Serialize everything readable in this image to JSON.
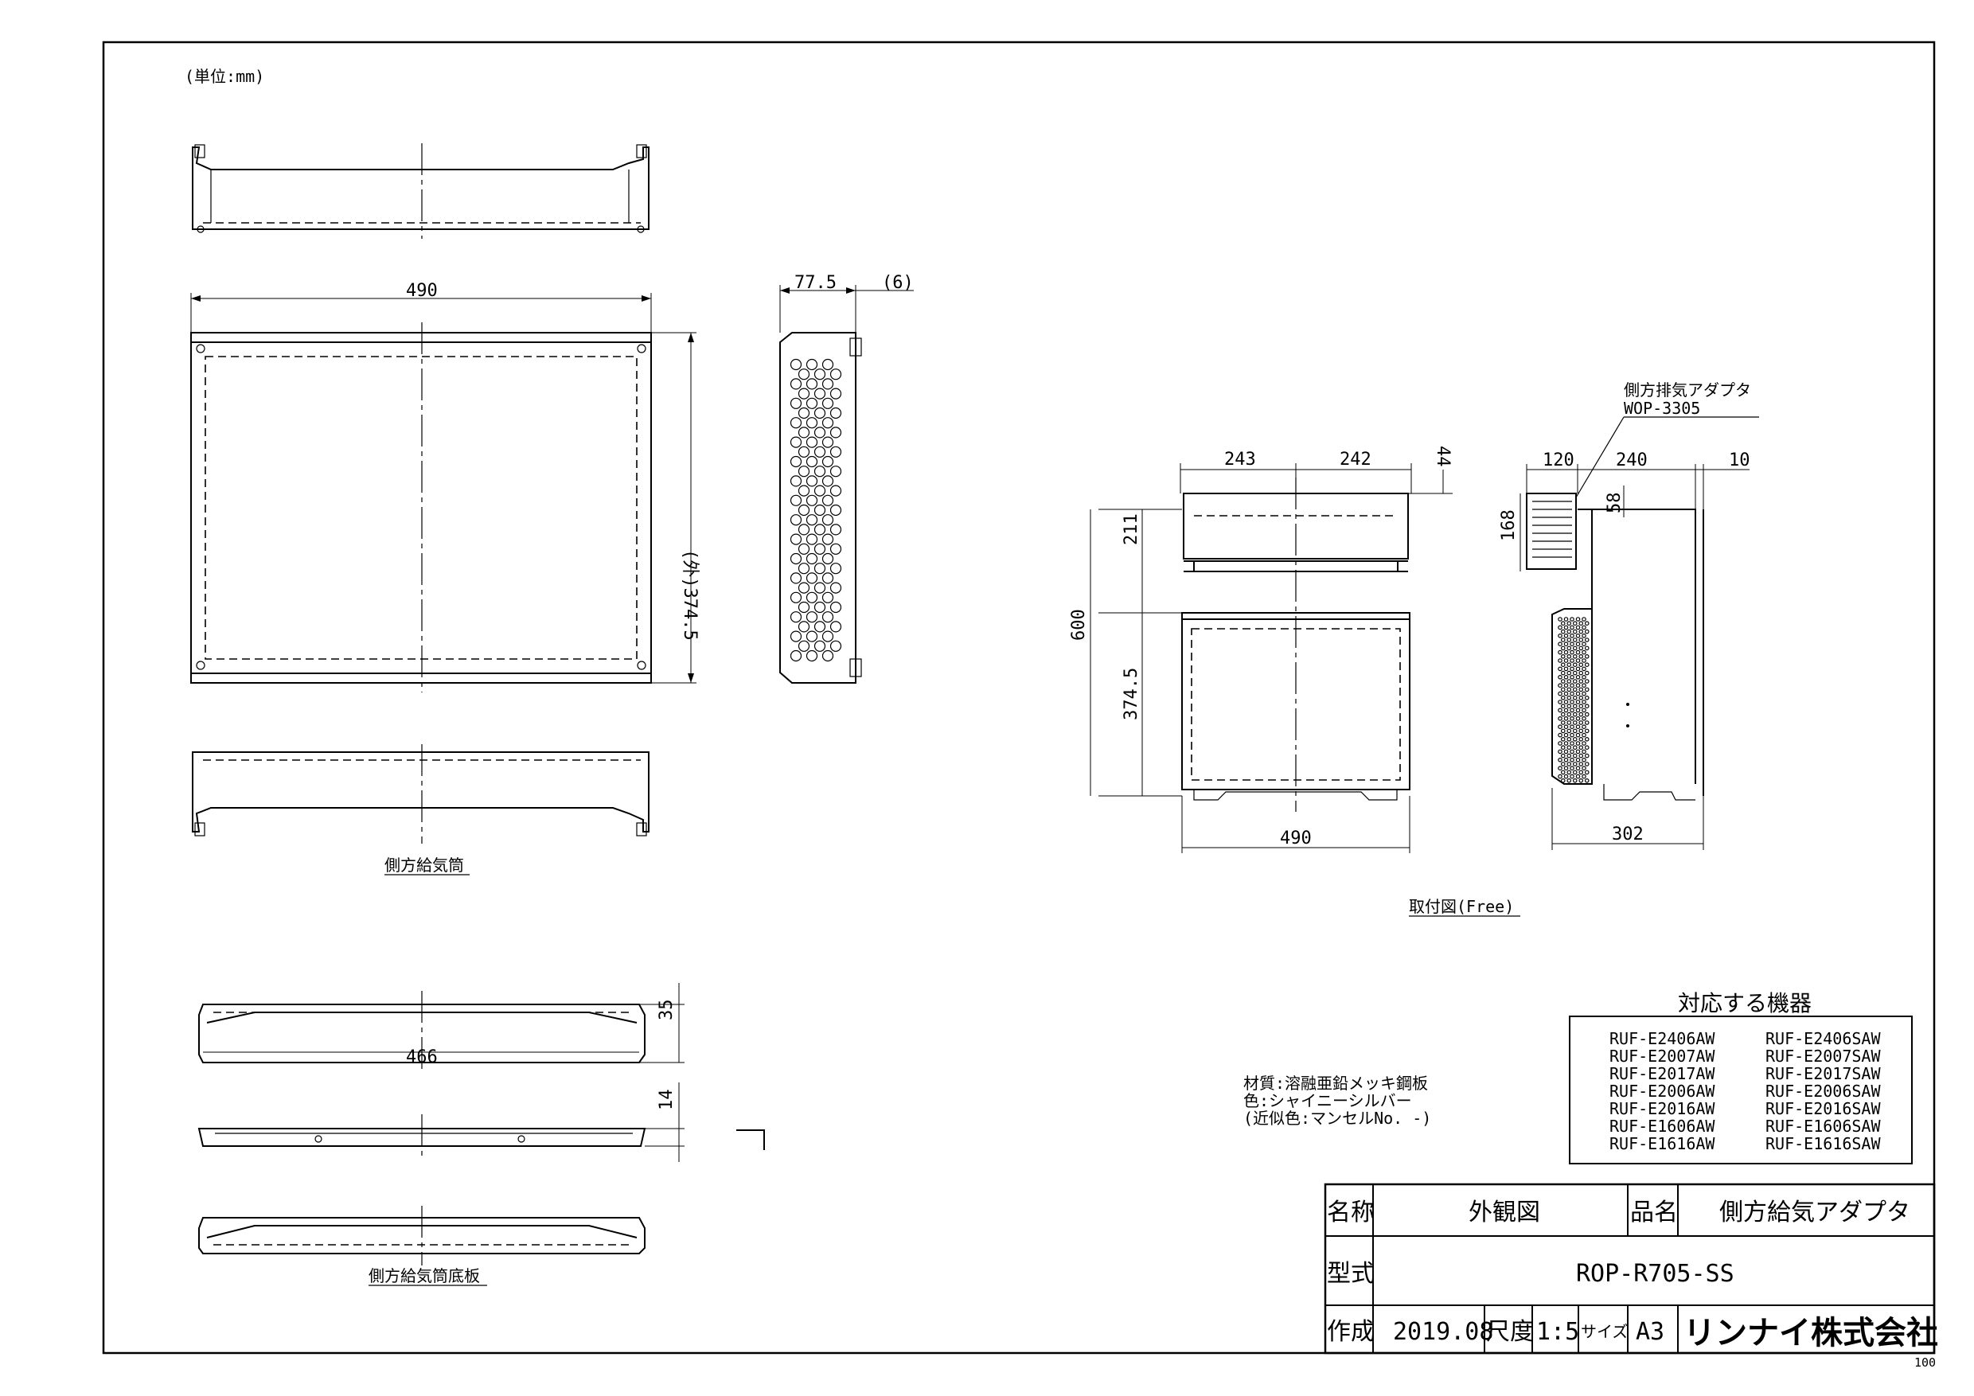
{
  "unit_note": "(単位:mm)",
  "views": {
    "supply_tube_label": "側方給気筒",
    "bottom_plate_label": "側方給気筒底板",
    "mounting_label": "取付図(Free)",
    "exhaust_adapter_label": "側方排気アダプタ",
    "exhaust_adapter_model": "WOP-3305"
  },
  "dimensions": {
    "top_width": "490",
    "outer_height": "(外)374.5",
    "side_depth": "77.5",
    "side_tab": "(6)",
    "plate_width": "466",
    "plate_height": "35",
    "plate_thickness": "14",
    "mount_left_half": "243",
    "mount_right_half": "242",
    "mount_top_gap": "44",
    "mount_upper": "211",
    "mount_total": "600",
    "mount_lower": "374.5",
    "mount_width": "490",
    "side_adapter_w": "120",
    "side_unit_w": "240",
    "side_gap": "10",
    "side_adapter_h": "168",
    "side_offset": "58",
    "side_depth_total": "302"
  },
  "material_notes": [
    "材質:溶融亜鉛メッキ鋼板",
    "色:シャイニーシルバー",
    "(近似色:マンセルNo. -)"
  ],
  "compatible": {
    "title": "対応する機器",
    "col1": [
      "RUF-E2406AW",
      "RUF-E2007AW",
      "RUF-E2017AW",
      "RUF-E2006AW",
      "RUF-E2016AW",
      "RUF-E1606AW",
      "RUF-E1616AW"
    ],
    "col2": [
      "RUF-E2406SAW",
      "RUF-E2007SAW",
      "RUF-E2017SAW",
      "RUF-E2006SAW",
      "RUF-E2016SAW",
      "RUF-E1606SAW",
      "RUF-E1616SAW"
    ]
  },
  "title_block": {
    "name_label": "名称",
    "name_value": "外観図",
    "product_label": "品名",
    "product_value": "側方給気アダプタ",
    "model_label": "型式",
    "model_value": "ROP-R705-SS",
    "made_label": "作成",
    "made_value": "2019.08",
    "scale_label": "尺度",
    "scale_value": "1:5",
    "size_label": "サイズ",
    "size_value": "A3",
    "company": "リンナイ株式会社"
  },
  "sheet_number": "100"
}
